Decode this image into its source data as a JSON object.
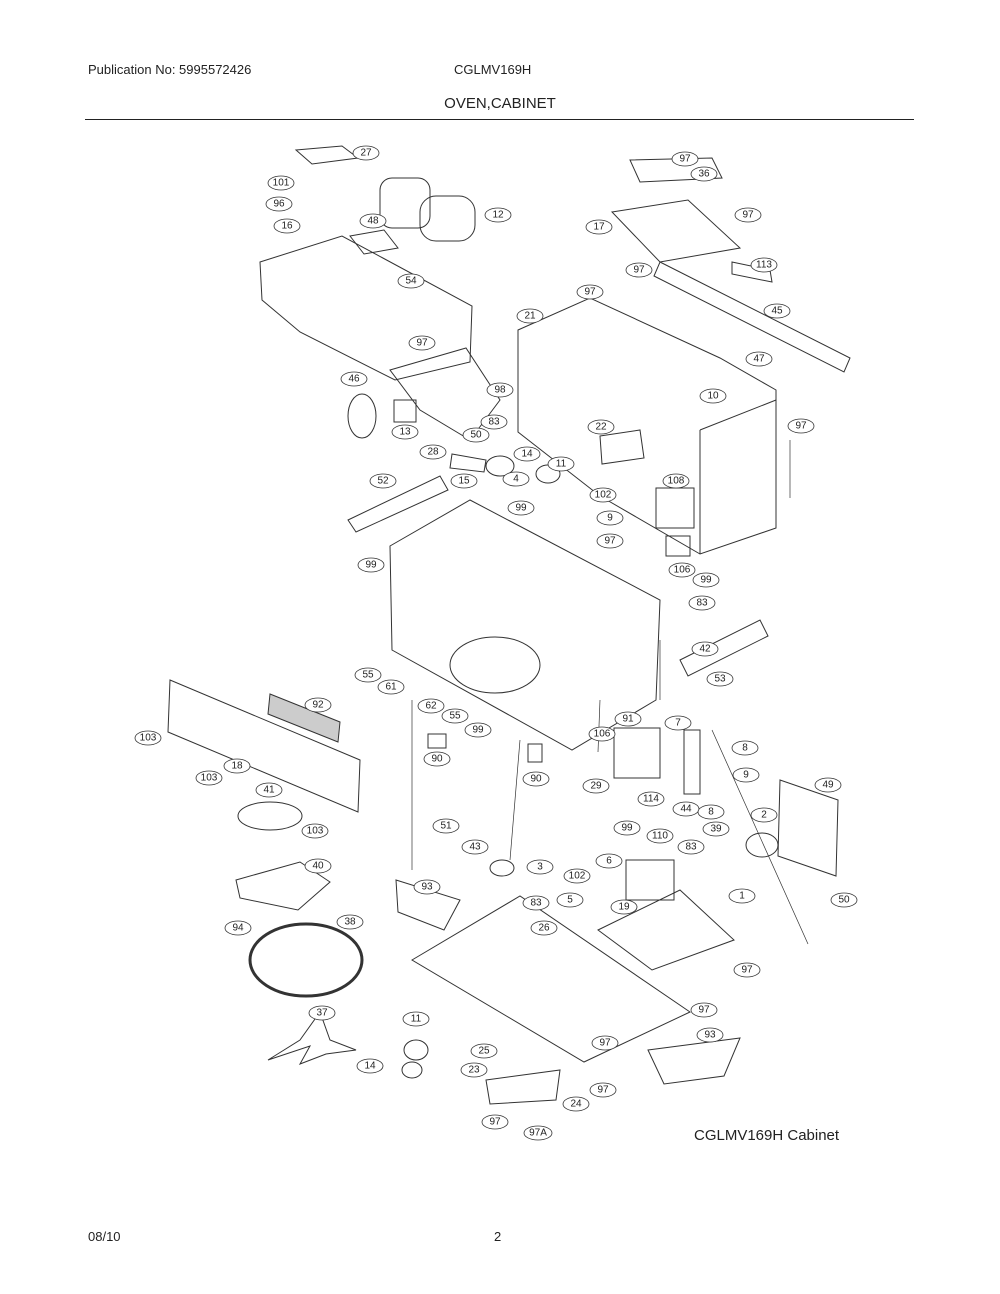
{
  "header": {
    "publication": "Publication No: 5995572426",
    "model": "CGLMV169H",
    "title": "OVEN,CABINET"
  },
  "caption": "CGLMV169H Cabinet",
  "footer": {
    "date": "08/10",
    "page": "2"
  },
  "callouts": [
    "27",
    "101",
    "96",
    "16",
    "48",
    "12",
    "54",
    "97",
    "46",
    "13",
    "98",
    "83",
    "50",
    "14",
    "11",
    "4",
    "28",
    "15",
    "52",
    "99",
    "102",
    "9",
    "97",
    "99",
    "55",
    "61",
    "62",
    "55",
    "99",
    "97",
    "36",
    "17",
    "97",
    "113",
    "97",
    "97",
    "45",
    "21",
    "47",
    "10",
    "97",
    "22",
    "108",
    "106",
    "99",
    "83",
    "42",
    "53",
    "92",
    "103",
    "18",
    "103",
    "41",
    "103",
    "90",
    "90",
    "51",
    "29",
    "106",
    "91",
    "7",
    "8",
    "9",
    "114",
    "44",
    "8",
    "99",
    "110",
    "43",
    "3",
    "83",
    "49",
    "2",
    "39",
    "83",
    "1",
    "50",
    "6",
    "102",
    "5",
    "19",
    "40",
    "94",
    "38",
    "37",
    "93",
    "26",
    "97",
    "97",
    "11",
    "14",
    "25",
    "23",
    "97",
    "24",
    "97",
    "97A",
    "93",
    "97"
  ]
}
